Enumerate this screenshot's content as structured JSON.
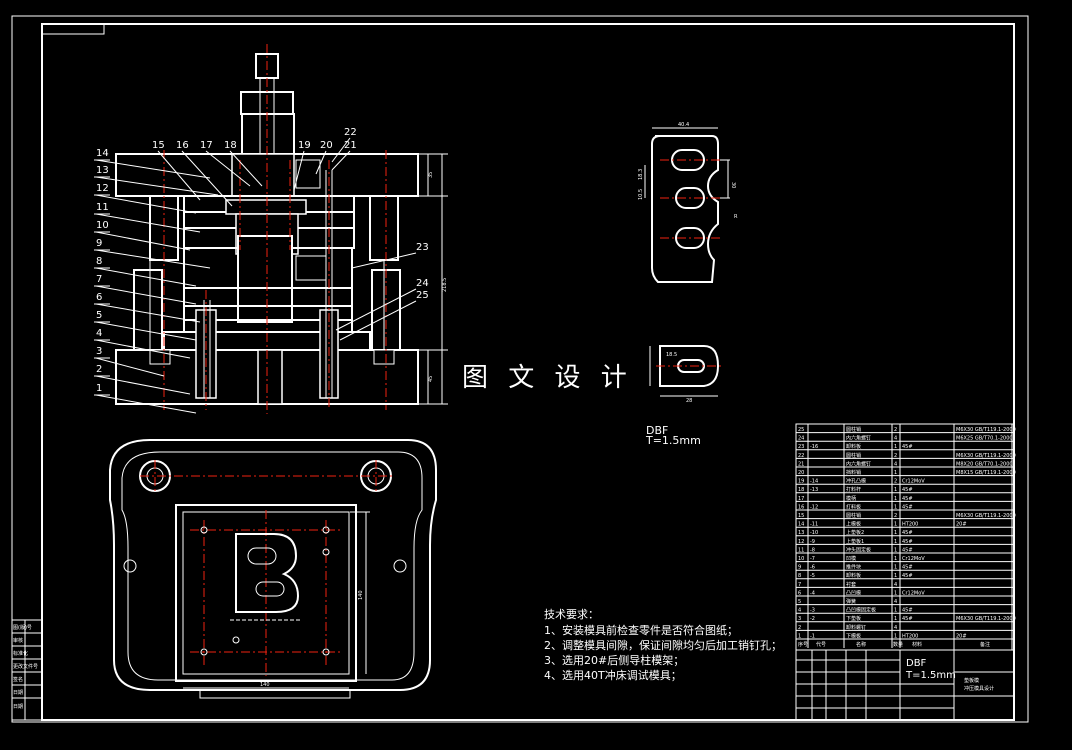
{
  "watermark": "图 文 设 计",
  "part_labels_left": [
    "14",
    "13",
    "12",
    "11",
    "10",
    "9",
    "8",
    "7",
    "6",
    "5",
    "4",
    "3",
    "2",
    "1"
  ],
  "part_labels_top": [
    "15",
    "16",
    "17",
    "18",
    "19",
    "20",
    "21",
    "22"
  ],
  "part_labels_right": [
    "23",
    "24",
    "25"
  ],
  "dims": {
    "height_total": "218.5",
    "top_plate": "35",
    "base_plate": "45",
    "plan_width": "140",
    "plan_depth": "140"
  },
  "blank_dims": {
    "d1": "40.4",
    "d2": "18.3",
    "d3": "30",
    "d4": "10.5",
    "d5": "R",
    "e1": "18.5",
    "e2": "28"
  },
  "part_note": {
    "name": "DBF",
    "thickness": "T=1.5mm"
  },
  "tech_requirements": {
    "title": "技术要求：",
    "items": [
      "1、安装模具前检查零件是否符合图纸；",
      "2、调整模具间隙，保证间隙均匀后加工销钉孔；",
      "3、选用20#后侧导柱模架；",
      "4、选用40T冲床调试模具；"
    ]
  },
  "bom": [
    {
      "no": "25",
      "qty": "",
      "name": "圆柱销",
      "count": "2",
      "mat": "",
      "std": "M6X30 GB/T119.1-2000"
    },
    {
      "no": "24",
      "qty": "",
      "name": "内六角螺钉",
      "count": "4",
      "mat": "",
      "std": "M6X25 GB/T70.1-2000"
    },
    {
      "no": "23",
      "qty": "-16",
      "name": "卸料板",
      "count": "1",
      "mat": "45#",
      "std": ""
    },
    {
      "no": "22",
      "qty": "",
      "name": "圆柱销",
      "count": "2",
      "mat": "",
      "std": "M6X30 GB/T119.1-2000"
    },
    {
      "no": "21",
      "qty": "",
      "name": "内六角螺钉",
      "count": "4",
      "mat": "",
      "std": "M8X20 GB/T70.1-2000"
    },
    {
      "no": "20",
      "qty": "",
      "name": "挡料销",
      "count": "1",
      "mat": "",
      "std": "M8X15 GB/T119.1-2000"
    },
    {
      "no": "19",
      "qty": "-14",
      "name": "冲孔凸模",
      "count": "2",
      "mat": "Cr12MoV",
      "std": ""
    },
    {
      "no": "18",
      "qty": "-13",
      "name": "打料杆",
      "count": "1",
      "mat": "45#",
      "std": ""
    },
    {
      "no": "17",
      "qty": "",
      "name": "模柄",
      "count": "1",
      "mat": "45#",
      "std": ""
    },
    {
      "no": "16",
      "qty": "-12",
      "name": "打料板",
      "count": "1",
      "mat": "45#",
      "std": ""
    },
    {
      "no": "15",
      "qty": "",
      "name": "圆柱销",
      "count": "2",
      "mat": "",
      "std": "M6X30 GB/T119.1-2000"
    },
    {
      "no": "14",
      "qty": "-11",
      "name": "上模板",
      "count": "1",
      "mat": "HT200",
      "std": "20#"
    },
    {
      "no": "13",
      "qty": "-10",
      "name": "上垫板2",
      "count": "1",
      "mat": "45#",
      "std": ""
    },
    {
      "no": "12",
      "qty": "-9",
      "name": "上垫板1",
      "count": "1",
      "mat": "45#",
      "std": ""
    },
    {
      "no": "11",
      "qty": "-8",
      "name": "冲头固定板",
      "count": "1",
      "mat": "45#",
      "std": ""
    },
    {
      "no": "10",
      "qty": "-7",
      "name": "凹模",
      "count": "1",
      "mat": "Cr12MoV",
      "std": ""
    },
    {
      "no": "9",
      "qty": "-6",
      "name": "推件块",
      "count": "1",
      "mat": "45#",
      "std": ""
    },
    {
      "no": "8",
      "qty": "-5",
      "name": "卸料板",
      "count": "1",
      "mat": "45#",
      "std": ""
    },
    {
      "no": "7",
      "qty": "",
      "name": "衬套",
      "count": "4",
      "mat": "",
      "std": ""
    },
    {
      "no": "6",
      "qty": "-4",
      "name": "凸凹模",
      "count": "1",
      "mat": "Cr12MoV",
      "std": ""
    },
    {
      "no": "5",
      "qty": "",
      "name": "弹簧",
      "count": "4",
      "mat": "",
      "std": ""
    },
    {
      "no": "4",
      "qty": "-3",
      "name": "凸凹模固定板",
      "count": "1",
      "mat": "45#",
      "std": ""
    },
    {
      "no": "3",
      "qty": "-2",
      "name": "下垫板",
      "count": "1",
      "mat": "45#",
      "std": "M6X30 GB/T119.1-2000"
    },
    {
      "no": "2",
      "qty": "",
      "name": "卸料螺钉",
      "count": "4",
      "mat": "",
      "std": ""
    },
    {
      "no": "1",
      "qty": "-1",
      "name": "下模板",
      "count": "1",
      "mat": "HT200",
      "std": "20#"
    }
  ],
  "bom_header": [
    "序号",
    "代号",
    "名称",
    "数量",
    "材料",
    "备注"
  ],
  "title_block": {
    "part": "DBF",
    "thickness": "T=1.5mm",
    "title1": "垫板模",
    "title2": "冲压模具设计"
  },
  "left_strip": [
    "图(版)号",
    "审核",
    "标准化",
    "更改文件号",
    "签名",
    "日期",
    "日期"
  ]
}
